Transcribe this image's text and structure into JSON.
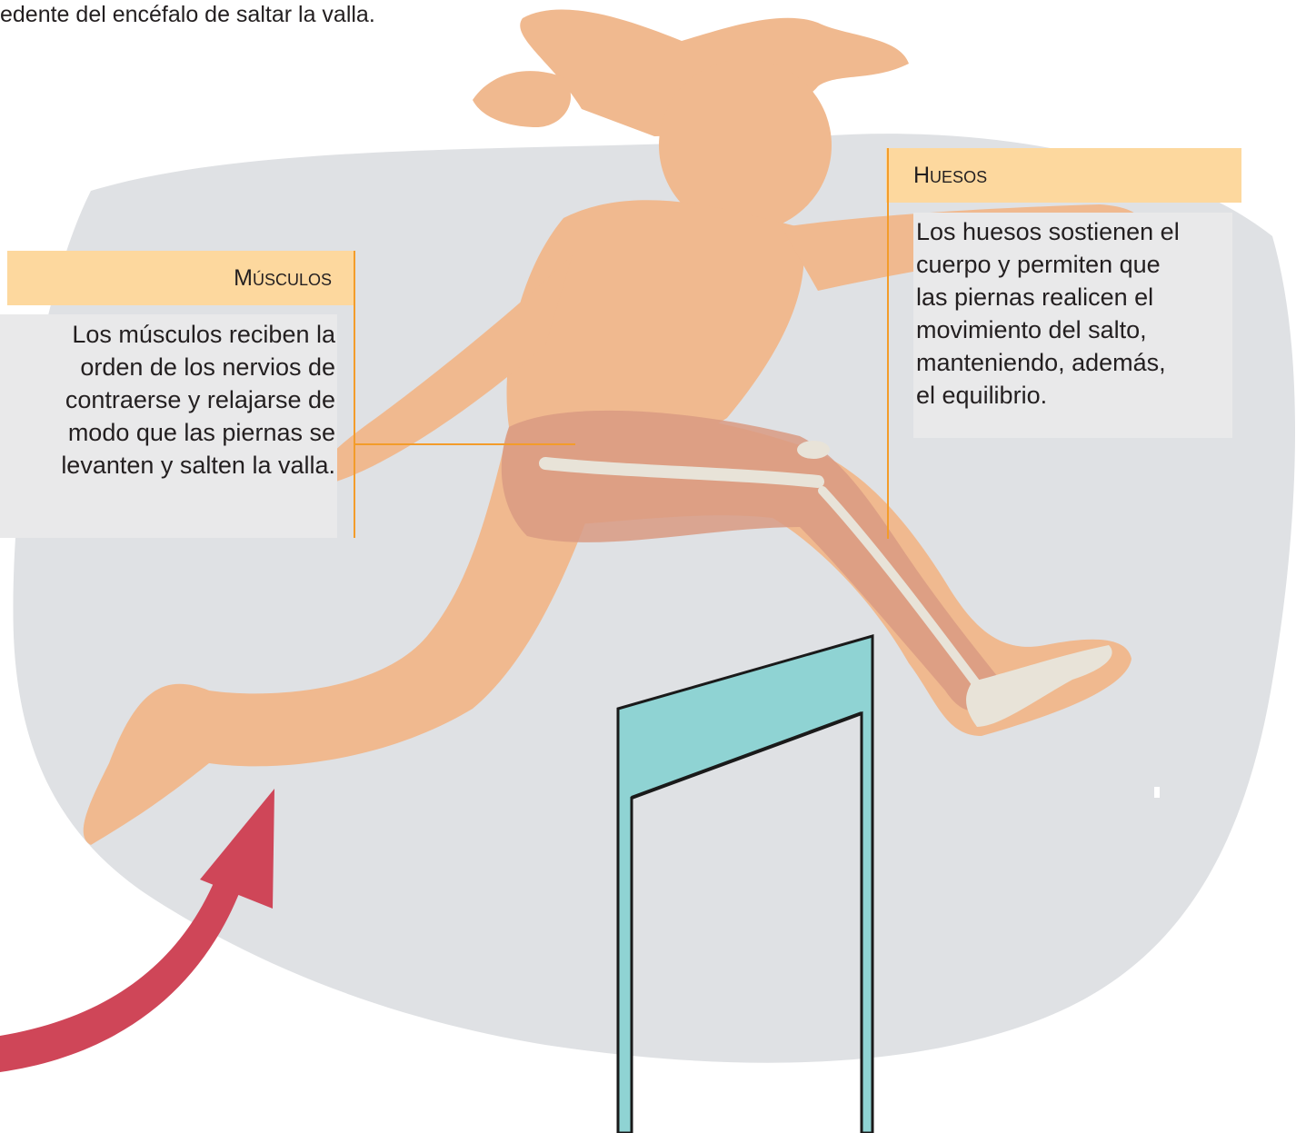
{
  "intro_text": "edente del encéfalo de saltar la valla.",
  "musculos": {
    "title": "Músculos",
    "lines": [
      "Los músculos reciben la",
      "orden de los nervios de",
      "contraerse y relajarse de",
      "modo que las piernas se",
      "levanten y salten la valla."
    ]
  },
  "huesos": {
    "title": "Huesos",
    "lines": [
      "Los huesos sostienen el",
      "cuerpo y permiten que",
      "las piernas realicen el",
      "movimiento del salto,",
      "manteniendo, además,",
      "el equilibrio."
    ]
  },
  "colors": {
    "background_blob": "#dfe1e4",
    "skin": "#f0b98f",
    "muscle": "#d99a82",
    "bone": "#e8e3d8",
    "hurdle": "#8fd3d3",
    "arrow": "#cf4658",
    "label_bg": "#fdd89e",
    "leader_line": "#f39c2a",
    "desc_bg": "#e9e9ea"
  }
}
